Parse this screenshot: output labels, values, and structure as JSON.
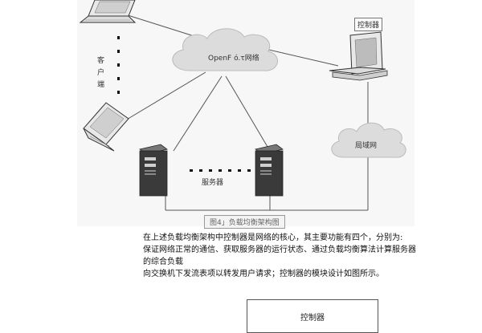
{
  "figure": {
    "cloud_openflow": "OpenF ó.τ网络",
    "client_label": "客户端",
    "server_label": "服务器",
    "controller_label": "控制器",
    "wan_label": "局域网",
    "caption": "图4」负载均衡架构图",
    "colors": {
      "background": "#f7f7f7",
      "line": "#555555",
      "cloud_fill": "#dcdcdc",
      "device_dark": "#3a3a3a",
      "device_light": "#e8e8e8"
    }
  },
  "body_text": {
    "line1": "在上述负载均衡架构中控制器是网络的核心，其主要功能有四个，分别为:",
    "line2": "保证网络正常的通信、获取服务器的运行状态、通过负载均衡算法计算服务器的综合负载",
    "line3": "向交换机下发流表项以转发用户请求；控制器的模块设计如图所示。"
  },
  "controller_box": {
    "title": "控制器"
  }
}
